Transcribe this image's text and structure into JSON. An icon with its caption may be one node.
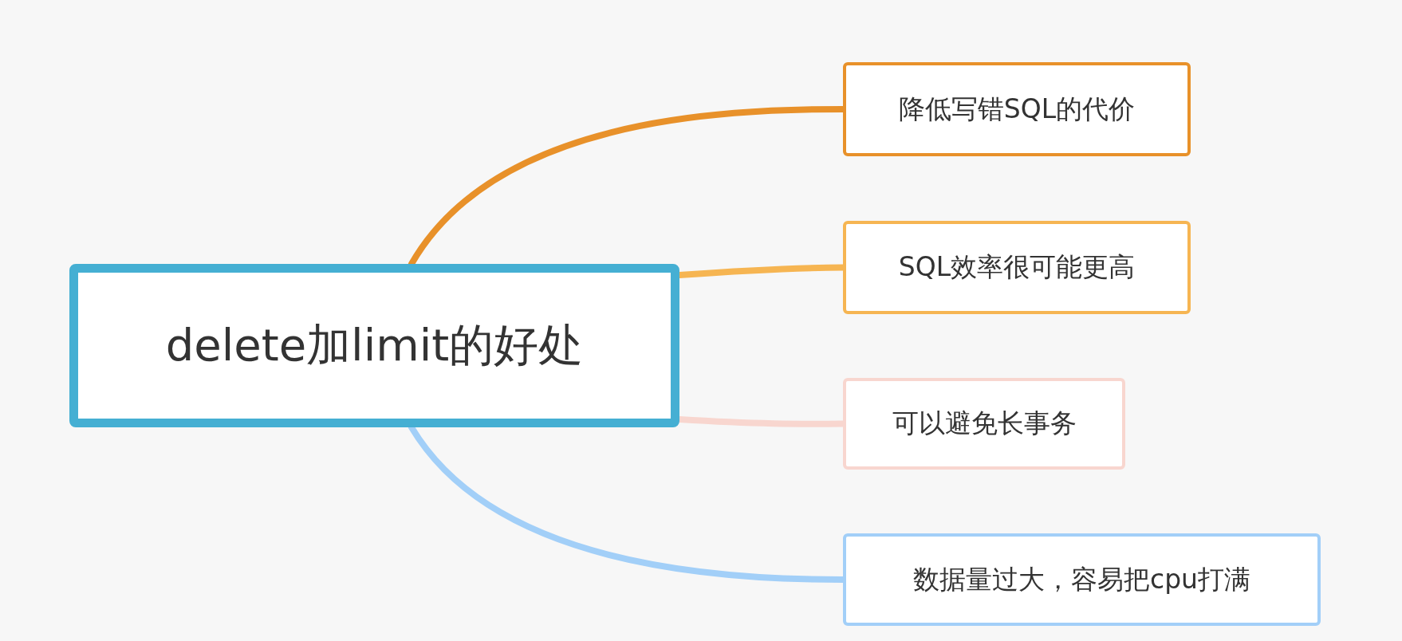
{
  "diagram": {
    "nodes": [
      {
        "text": [
          "delete加limit的好处"
        ]
      },
      {
        "text": [
          "降低写错SQL的代价"
        ]
      },
      {
        "text": [
          "SQL效率很可能更高"
        ]
      },
      {
        "text": [
          "可以避免长事务"
        ]
      },
      {
        "text": [
          "数据量过大，容易把cpu打满"
        ]
      }
    ],
    "edges": [
      {
        "from": 0,
        "to": 1,
        "arrow": "none",
        "color": "#e8912a"
      },
      {
        "from": 0,
        "to": 2,
        "arrow": "none",
        "color": "#f6b552"
      },
      {
        "from": 0,
        "to": 3,
        "arrow": "none",
        "color": "#f8d6cf"
      },
      {
        "from": 0,
        "to": 4,
        "arrow": "none",
        "color": "#a2cff8"
      }
    ]
  }
}
